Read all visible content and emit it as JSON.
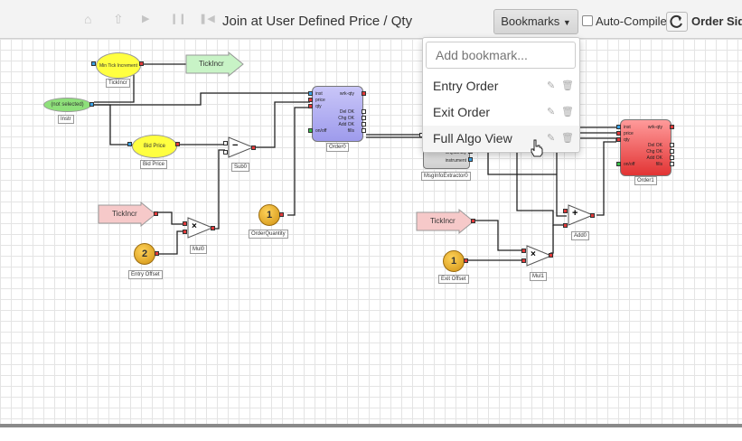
{
  "toolbar": {
    "icons": [
      "home-icon",
      "arrow-up-icon",
      "play-icon",
      "pause-icon",
      "skip-back-icon"
    ],
    "title": "Join at User Defined Price / Qty",
    "bookmarks_label": "Bookmarks",
    "auto_compile_label": "Auto-Compile",
    "auto_compile_checked": false,
    "order_side_label": "Order Side"
  },
  "bookmarks_menu": {
    "add_placeholder": "Add bookmark...",
    "items": [
      {
        "label": "Entry Order"
      },
      {
        "label": "Exit Order"
      },
      {
        "label": "Full Algo View"
      }
    ],
    "hovered_index": 2
  },
  "diagram": {
    "instr": {
      "value": "(not selected)",
      "label": "Instr"
    },
    "min_tick": {
      "value": "Min Tick Increment",
      "label": "TickIncr"
    },
    "tickincr_top": {
      "text": "TickIncr"
    },
    "bid_price": {
      "value": "Bid Price",
      "label": "Bid Price"
    },
    "sub0": {
      "op": "−",
      "label": "Sub0"
    },
    "tickincr_left": {
      "text": "TickIncr"
    },
    "mul0": {
      "op": "×",
      "label": "Mul0"
    },
    "entry_offset": {
      "value": "2",
      "label": "Entry Offset"
    },
    "order_quantity": {
      "value": "1",
      "label": "OrderQuantity"
    },
    "order0": {
      "label": "Order0",
      "inputs": [
        "inst",
        "price",
        "qty",
        "on/off"
      ],
      "outputs": [
        "wrk-qty",
        "Del OK",
        "Chg OK",
        "Add OK",
        "fills"
      ]
    },
    "msginfo": {
      "label": "MsgInfoExtractor0",
      "ports": [
        "fillQuantity",
        "instrument"
      ]
    },
    "tickincr_right": {
      "text": "TickIncr"
    },
    "exit_offset": {
      "value": "1",
      "label": "Exit Offset"
    },
    "mul1": {
      "op": "×",
      "label": "Mul1"
    },
    "add0": {
      "op": "+",
      "label": "Add0"
    },
    "order1": {
      "label": "Order1",
      "inputs": [
        "inst",
        "price",
        "qty",
        "on/off"
      ],
      "outputs": [
        "wrk-qty",
        "Del OK",
        "Chg OK",
        "Add OK",
        "fills"
      ]
    }
  },
  "colors": {
    "order0": "#a9a6f2",
    "order1": "#f04b4b",
    "oval": "#ffff40",
    "tickincr_green": "#c8f3c6",
    "tickincr_pink": "#f6c9c9",
    "instr_green": "#8ee07a"
  }
}
